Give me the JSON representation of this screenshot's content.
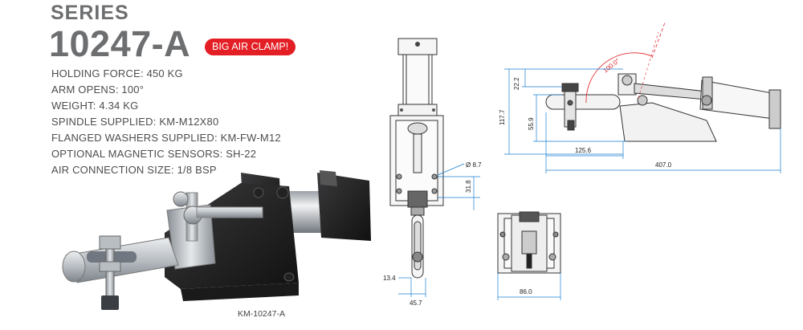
{
  "header": {
    "series_label": "SERIES",
    "model": "10247-A",
    "badge": "BIG AIR CLAMP!"
  },
  "specs": [
    "HOLDING FORCE: 450 KG",
    "ARM OPENS: 100°",
    "WEIGHT: 4.34 KG",
    "SPINDLE SUPPLIED: KM-M12X80",
    "FLANGED WASHERS SUPPLIED: KM-FW-M12",
    "OPTIONAL MAGNETIC SENSORS: SH-22",
    "AIR CONNECTION SIZE: 1/8 BSP"
  ],
  "photo": {
    "caption": "KM-10247-A"
  },
  "drawing": {
    "front_view": {
      "dim_hole": "Ø 8.7",
      "dim_slot": "31.8",
      "dim_arm_width": "13.4",
      "dim_base_width": "45.7"
    },
    "bottom_view": {
      "dim_width": "86.0"
    },
    "side_view": {
      "dim_angle": "100.0°",
      "dim_top": "22.2",
      "dim_total_height": "117.7",
      "dim_mid_height": "55.9",
      "dim_arm_reach": "125.6",
      "dim_total_length": "407.0"
    }
  },
  "colors": {
    "badge": "#e31e24",
    "title_gray": "#6d6e70",
    "dimension_blue": "#1a7fd1"
  }
}
